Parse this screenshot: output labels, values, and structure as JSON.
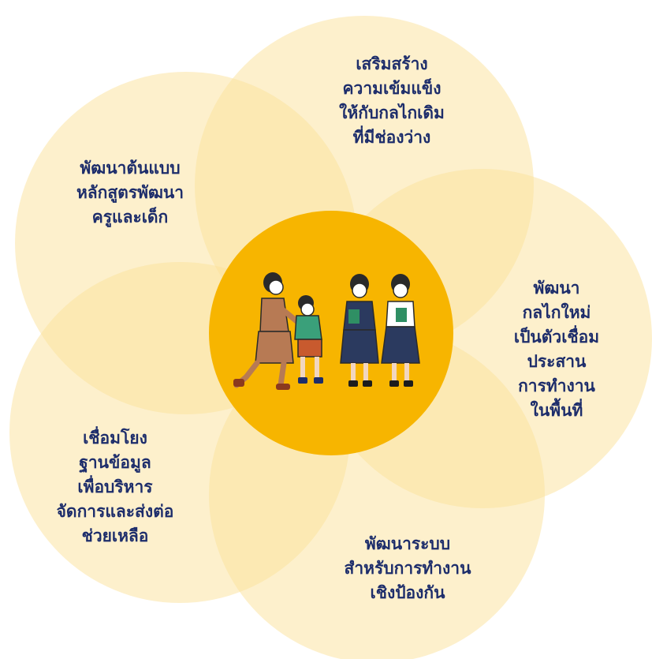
{
  "diagram": {
    "colors": {
      "petal": "#fbe19a",
      "center": "#f7b500",
      "text": "#1d2d6b"
    },
    "center": {
      "illustration": "teacher-and-children-illustration"
    },
    "petals": [
      {
        "id": "top",
        "lines": [
          "เสริมสร้าง",
          "ความเข้มแข็ง",
          "ให้กับกลไกเดิม",
          "ที่มีช่องว่าง"
        ]
      },
      {
        "id": "upper-left",
        "lines": [
          "พัฒนาต้นแบบ",
          "หลักสูตรพัฒนา",
          "ครูและเด็ก"
        ]
      },
      {
        "id": "right",
        "lines": [
          "พัฒนา",
          "กลไกใหม่",
          "เป็นตัวเชื่อม",
          "ประสาน",
          "การทำงาน",
          "ในพื้นที่"
        ]
      },
      {
        "id": "lower-left",
        "lines": [
          "เชื่อมโยง",
          "ฐานข้อมูล",
          "เพื่อบริหาร",
          "จัดการและส่งต่อ",
          "ช่วยเหลือ"
        ]
      },
      {
        "id": "bottom",
        "lines": [
          "พัฒนาระบบ",
          "สำหรับการทำงาน",
          "เชิงป้องกัน"
        ]
      }
    ]
  }
}
